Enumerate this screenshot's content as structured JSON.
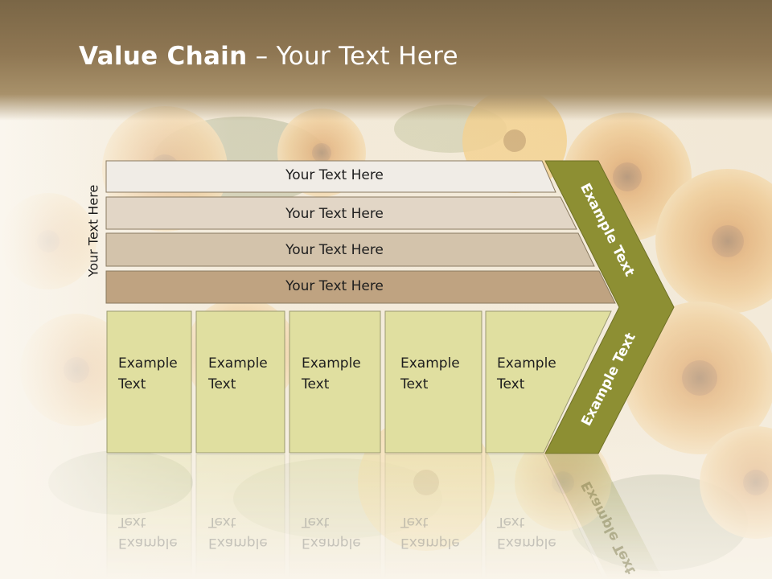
{
  "slide": {
    "title_bold": "Value Chain",
    "title_rest": " – Your Text Here",
    "side_label": "Your Text Here"
  },
  "rows": [
    {
      "label": "Your Text Here",
      "fill": "#f0ece6"
    },
    {
      "label": "Your Text Here",
      "fill": "#e2d6c6"
    },
    {
      "label": "Your Text Here",
      "fill": "#d3c3ab"
    },
    {
      "label": "Your Text Here",
      "fill": "#bfa381"
    }
  ],
  "boxes": [
    {
      "label": "Example\nText"
    },
    {
      "label": "Example\nText"
    },
    {
      "label": "Example\nText"
    },
    {
      "label": "Example\nText"
    },
    {
      "label": "Example\nText"
    }
  ],
  "chevron": {
    "upper_label": "Example Text",
    "lower_label": "Example Text",
    "fill": "#8d8f33"
  },
  "colors": {
    "box_fill": "#e0dfa0",
    "box_stroke": "#9a9a70",
    "row_stroke": "#8a7a60"
  },
  "background": {
    "description_icon": "sunflower-bouquet-photo"
  }
}
